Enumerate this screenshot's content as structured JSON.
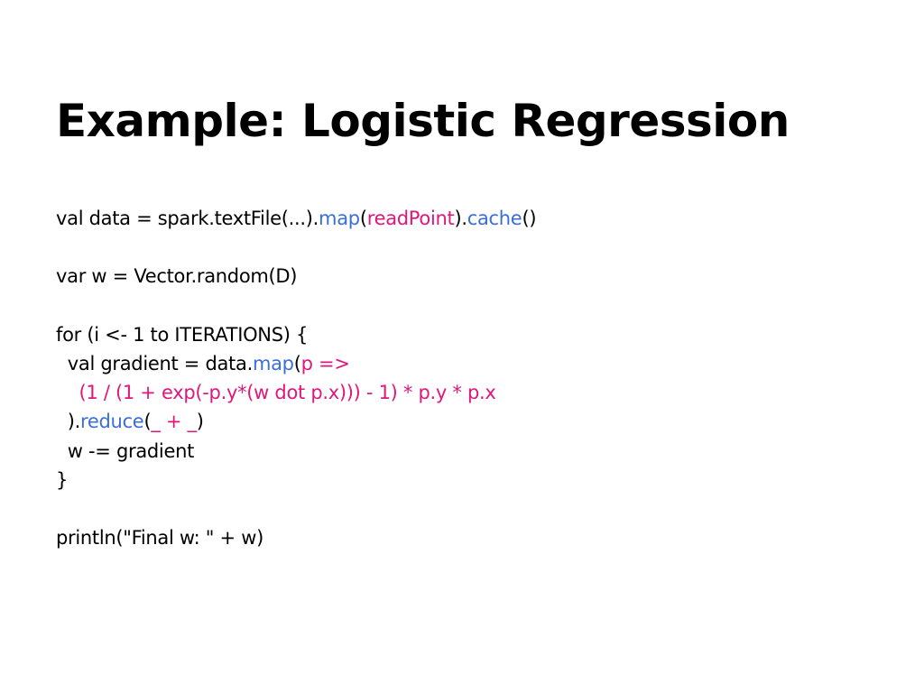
{
  "slide": {
    "title": "Example: Logistic Regression",
    "colors": {
      "method": "#3a6fd8",
      "argument": "#e0177a",
      "text": "#000000",
      "background": "#ffffff"
    },
    "code_lines": [
      [
        {
          "text": "val data = spark.textFile(...).",
          "style": "plain"
        },
        {
          "text": "map",
          "style": "method"
        },
        {
          "text": "(",
          "style": "plain"
        },
        {
          "text": "readPoint",
          "style": "argument"
        },
        {
          "text": ").",
          "style": "plain"
        },
        {
          "text": "cache",
          "style": "method"
        },
        {
          "text": "()",
          "style": "plain"
        }
      ],
      [],
      [
        {
          "text": "var w = Vector.random(D)",
          "style": "plain"
        }
      ],
      [],
      [
        {
          "text": "for (i <- 1 to ITERATIONS) {",
          "style": "plain"
        }
      ],
      [
        {
          "text": "  val gradient = data.",
          "style": "plain"
        },
        {
          "text": "map",
          "style": "method"
        },
        {
          "text": "(",
          "style": "plain"
        },
        {
          "text": "p =>",
          "style": "argument"
        }
      ],
      [
        {
          "text": "    (1 / (1 + exp(-p.y*(w dot p.x))) - 1) * p.y * p.x",
          "style": "argument"
        }
      ],
      [
        {
          "text": "  ).",
          "style": "plain"
        },
        {
          "text": "reduce",
          "style": "method"
        },
        {
          "text": "(",
          "style": "plain"
        },
        {
          "text": "_ + _",
          "style": "argument"
        },
        {
          "text": ")",
          "style": "plain"
        }
      ],
      [
        {
          "text": "  w -= gradient",
          "style": "plain"
        }
      ],
      [
        {
          "text": "}",
          "style": "plain"
        }
      ],
      [],
      [
        {
          "text": "println(\"Final w: \" + w)",
          "style": "plain"
        }
      ]
    ]
  }
}
